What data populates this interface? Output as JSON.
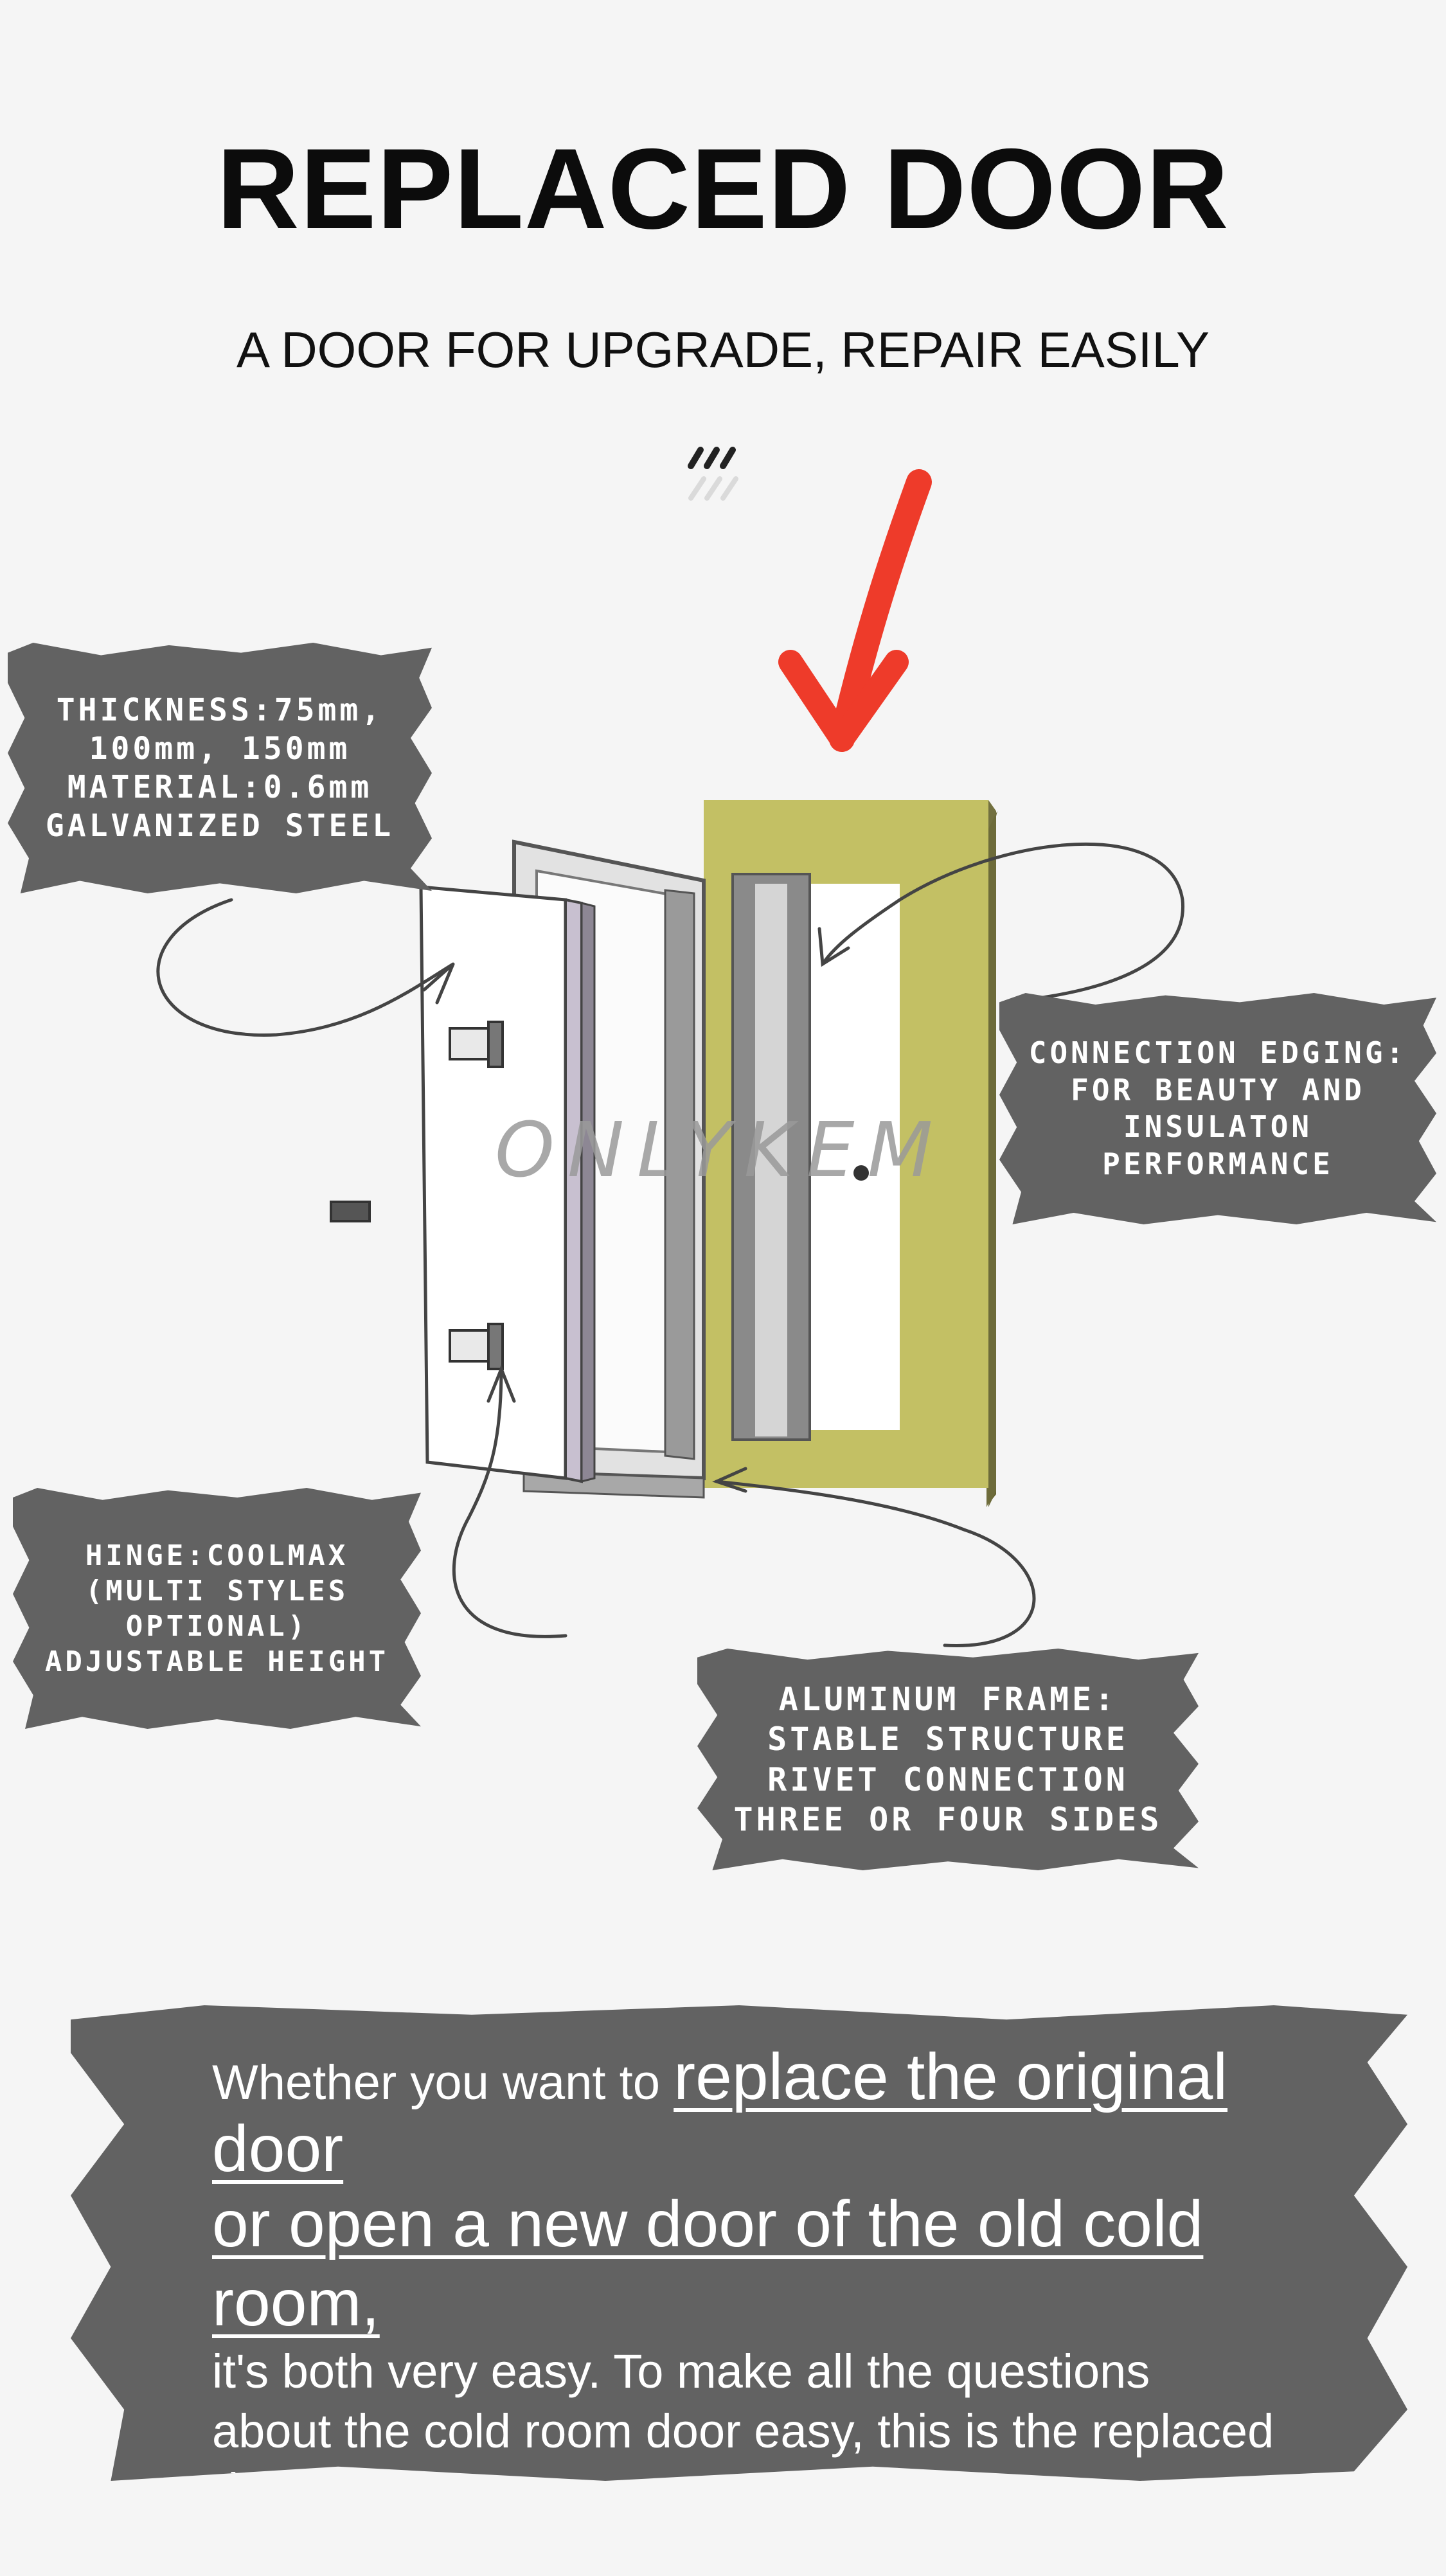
{
  "header": {
    "title": "REPLACED DOOR",
    "subtitle": "A DOOR FOR UPGRADE, REPAIR EASILY"
  },
  "watermark": "ONLYKEM",
  "callouts": {
    "thickness": {
      "line1": "THICKNESS:75mm,",
      "line2": "100mm, 150mm",
      "line3": "MATERIAL:0.6mm",
      "line4": "GALVANIZED STEEL"
    },
    "connection": {
      "line1": "CONNECTION EDGING:",
      "line2": "FOR BEAUTY AND",
      "line3": "INSULATON",
      "line4": "PERFORMANCE"
    },
    "hinge": {
      "line1": "HINGE:COOLMAX",
      "line2": "(MULTI STYLES",
      "line3": "OPTIONAL)",
      "line4": "ADJUSTABLE HEIGHT"
    },
    "aluminum": {
      "line1": "ALUMINUM FRAME:",
      "line2": "STABLE STRUCTURE",
      "line3": "RIVET CONNECTION",
      "line4": "THREE OR FOUR SIDES"
    }
  },
  "footer": {
    "intro": "Whether you want to ",
    "emphasis1": "replace the original door",
    "emphasis2": "or open a new door of the old cold room,",
    "body": "it's both very easy. To make all the questions about the cold room door easy, this is the replaced door."
  },
  "colors": {
    "background": "#f5f5f5",
    "brush": "#626262",
    "arrow": "#ee3b2a",
    "frame": "#c3c064",
    "frame_side": "#6f6d3c"
  }
}
